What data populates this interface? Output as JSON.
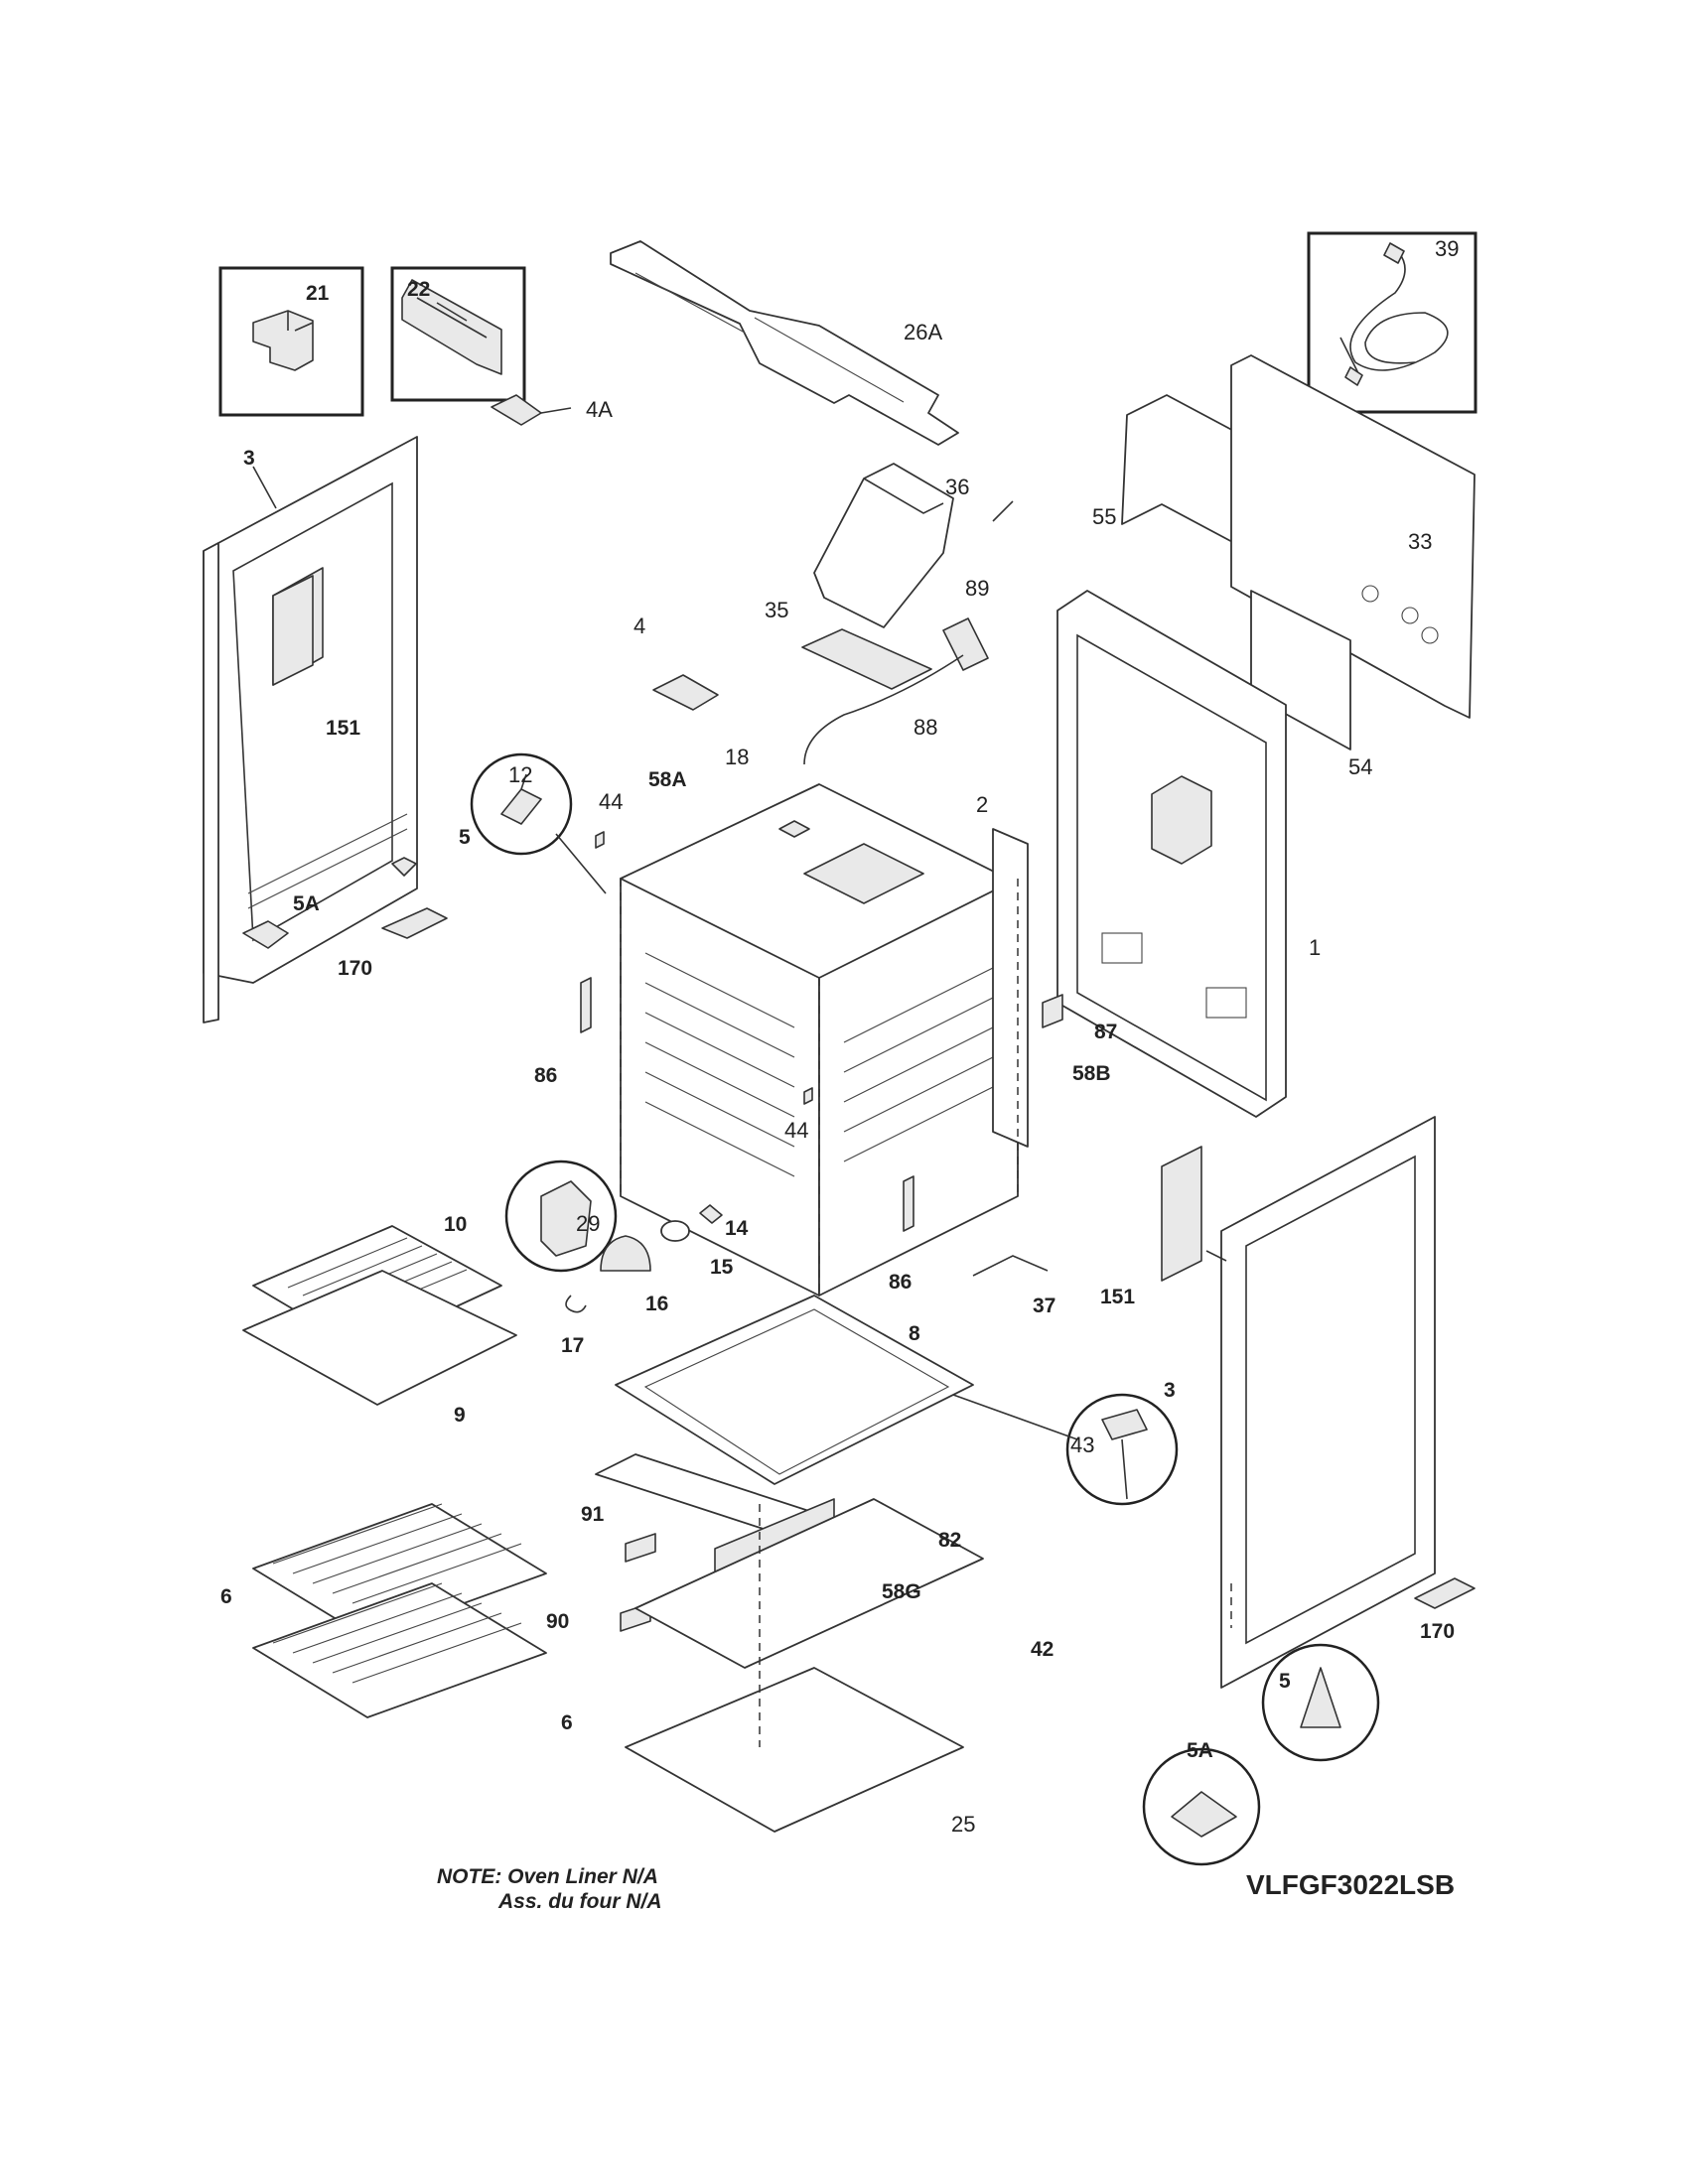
{
  "model_number": "VLFGF3022LSB",
  "note": {
    "line1": "NOTE: Oven Liner N/A",
    "line2": "Ass. du four N/A"
  },
  "callouts": {
    "c1": "1",
    "c2": "2",
    "c3": "3",
    "c4": "4",
    "c4a": "4A",
    "c5": "5",
    "c5a": "5A",
    "c6": "6",
    "c8": "8",
    "c9": "9",
    "c10": "10",
    "c12": "12",
    "c14": "14",
    "c15": "15",
    "c16": "16",
    "c17": "17",
    "c18": "18",
    "c21": "21",
    "c22": "22",
    "c25": "25",
    "c26a": "26A",
    "c29": "29",
    "c33": "33",
    "c35": "35",
    "c36": "36",
    "c37": "37",
    "c39": "39",
    "c42": "42",
    "c43": "43",
    "c44": "44",
    "c54": "54",
    "c55": "55",
    "c58a": "58A",
    "c58b": "58B",
    "c58g": "58G",
    "c82": "82",
    "c86": "86",
    "c87": "87",
    "c88": "88",
    "c89": "89",
    "c90": "90",
    "c91": "91",
    "c151": "151",
    "c170": "170"
  }
}
